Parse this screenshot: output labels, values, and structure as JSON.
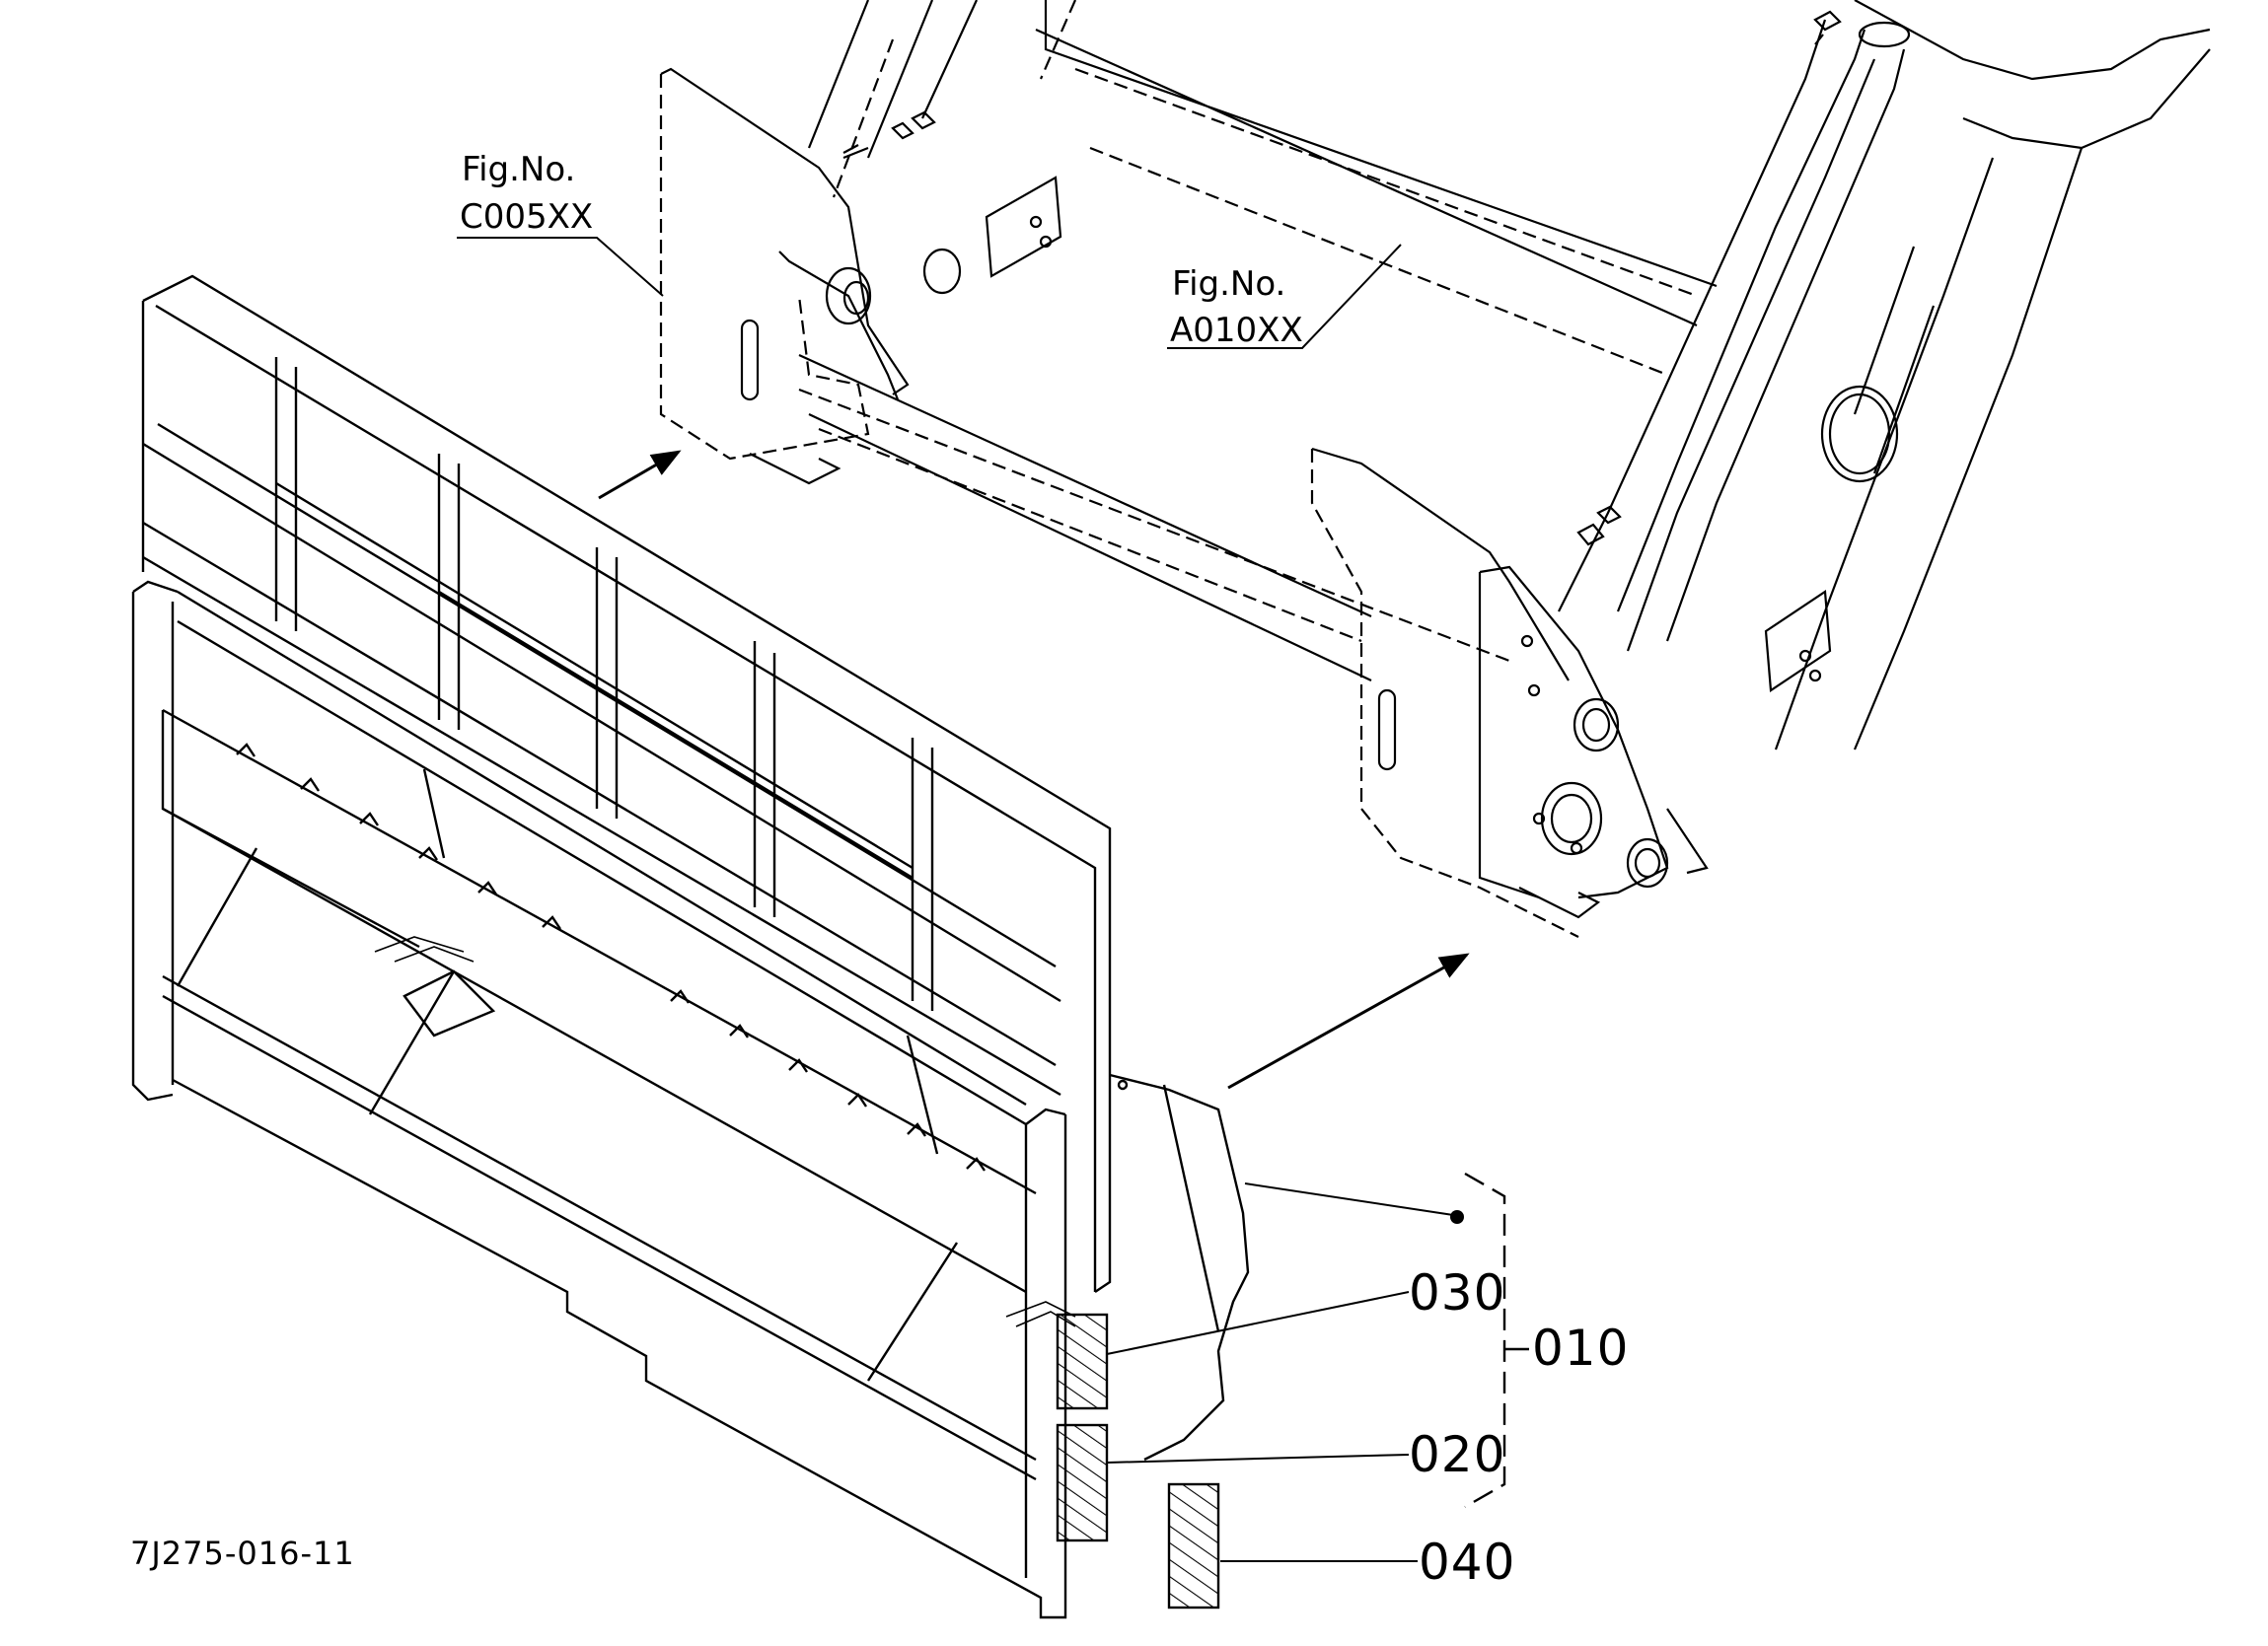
{
  "colors": {
    "ink": "#000000",
    "paper": "#ffffff"
  },
  "figure_refs": [
    {
      "prefix": "Fig.No.",
      "code": "C005XX"
    },
    {
      "prefix": "Fig.No.",
      "code": "A010XX"
    }
  ],
  "parts": {
    "p010": "010",
    "p020": "020",
    "p030": "030",
    "p040": "040"
  },
  "drawing_number": "7J275-016-11"
}
